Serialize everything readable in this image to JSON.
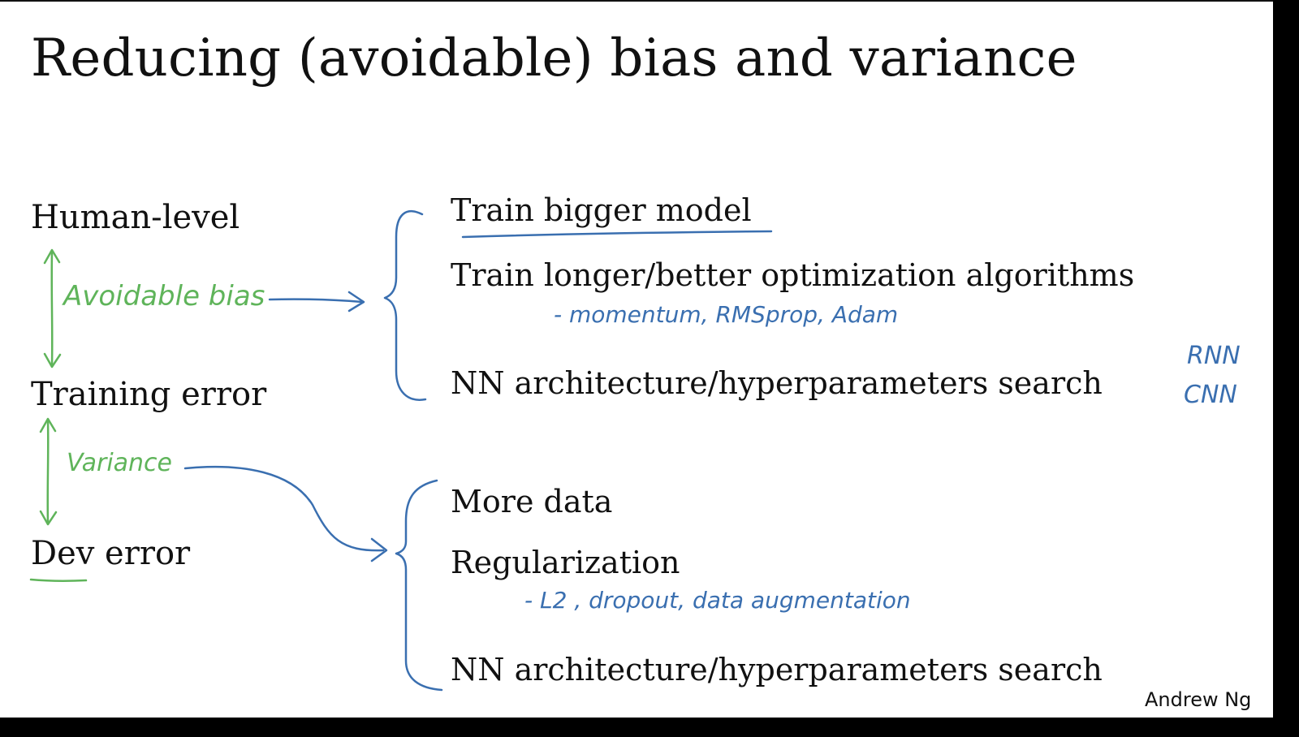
{
  "slide": {
    "title": "Reducing (avoidable) bias and variance",
    "levels": {
      "human_level": "Human-level",
      "training_error": "Training error",
      "dev_error": "Dev error"
    },
    "annotations": {
      "avoidable_bias": "Avoidable bias",
      "variance": "Variance"
    },
    "bias_remedies": {
      "train_bigger_model": "Train bigger model",
      "train_longer": "Train longer/better optimization algorithms",
      "optimizers_note": "- momentum, RMSprop, Adam",
      "nn_search": "NN architecture/hyperparameters search",
      "rnn_note": "RNN",
      "cnn_note": "CNN"
    },
    "variance_remedies": {
      "more_data": "More data",
      "regularization": "Regularization",
      "regularization_note": "- L2 , dropout, data augmentation",
      "nn_search": "NN architecture/hyperparameters search"
    },
    "author": "Andrew Ng",
    "colors": {
      "green_ink": "#5fb45a",
      "blue_ink": "#3a6fb0"
    }
  }
}
